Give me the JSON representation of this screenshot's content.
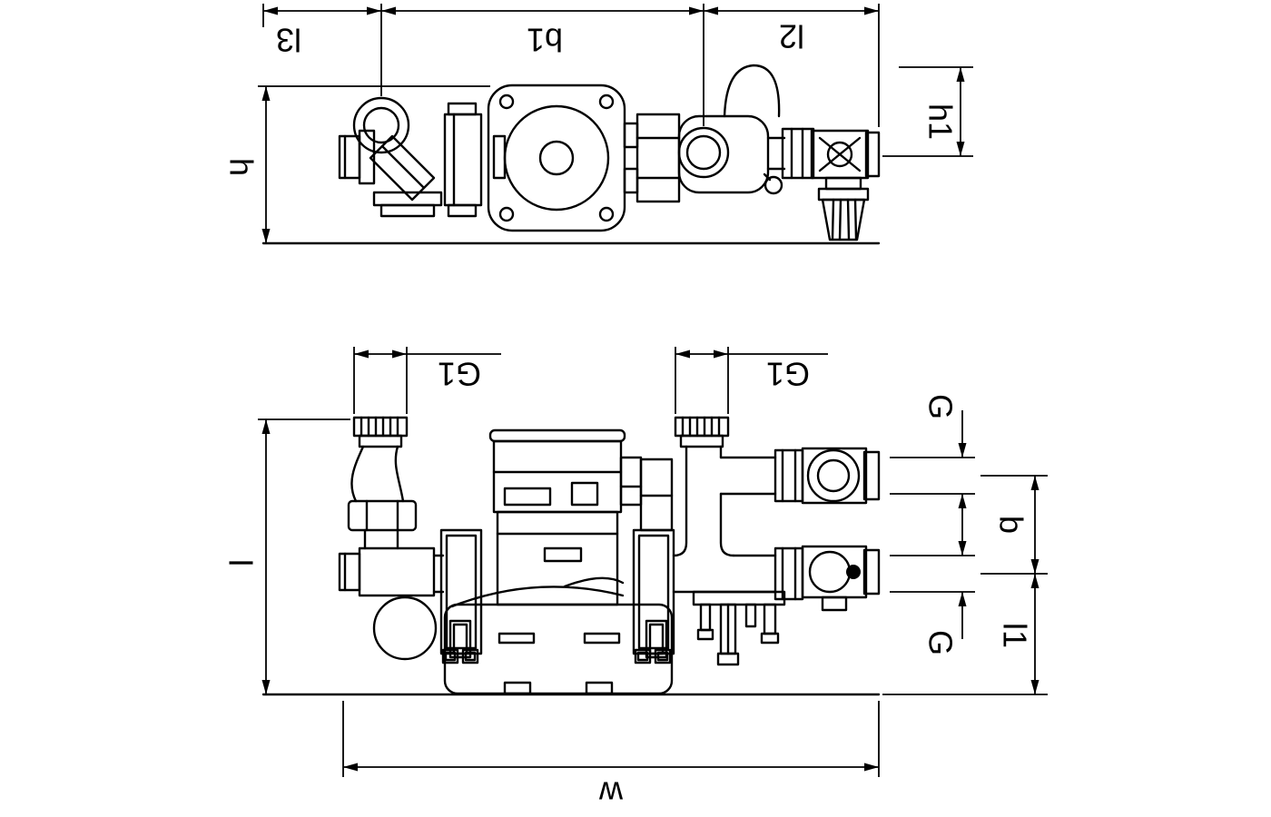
{
  "drawing": {
    "title": "Pump group dimensional drawing",
    "colors": {
      "line": "#000000",
      "background": "#ffffff"
    },
    "top_view": {
      "dims": {
        "l3": "l3",
        "b1": "b1",
        "l2": "l2",
        "h": "h",
        "h1": "h1"
      }
    },
    "front_view": {
      "dims": {
        "g1_left": "G1",
        "g1_right": "G1",
        "l": "l",
        "w": "w",
        "g_upper": "G",
        "b": "b",
        "g_lower": "G",
        "l1": "l1"
      }
    }
  }
}
